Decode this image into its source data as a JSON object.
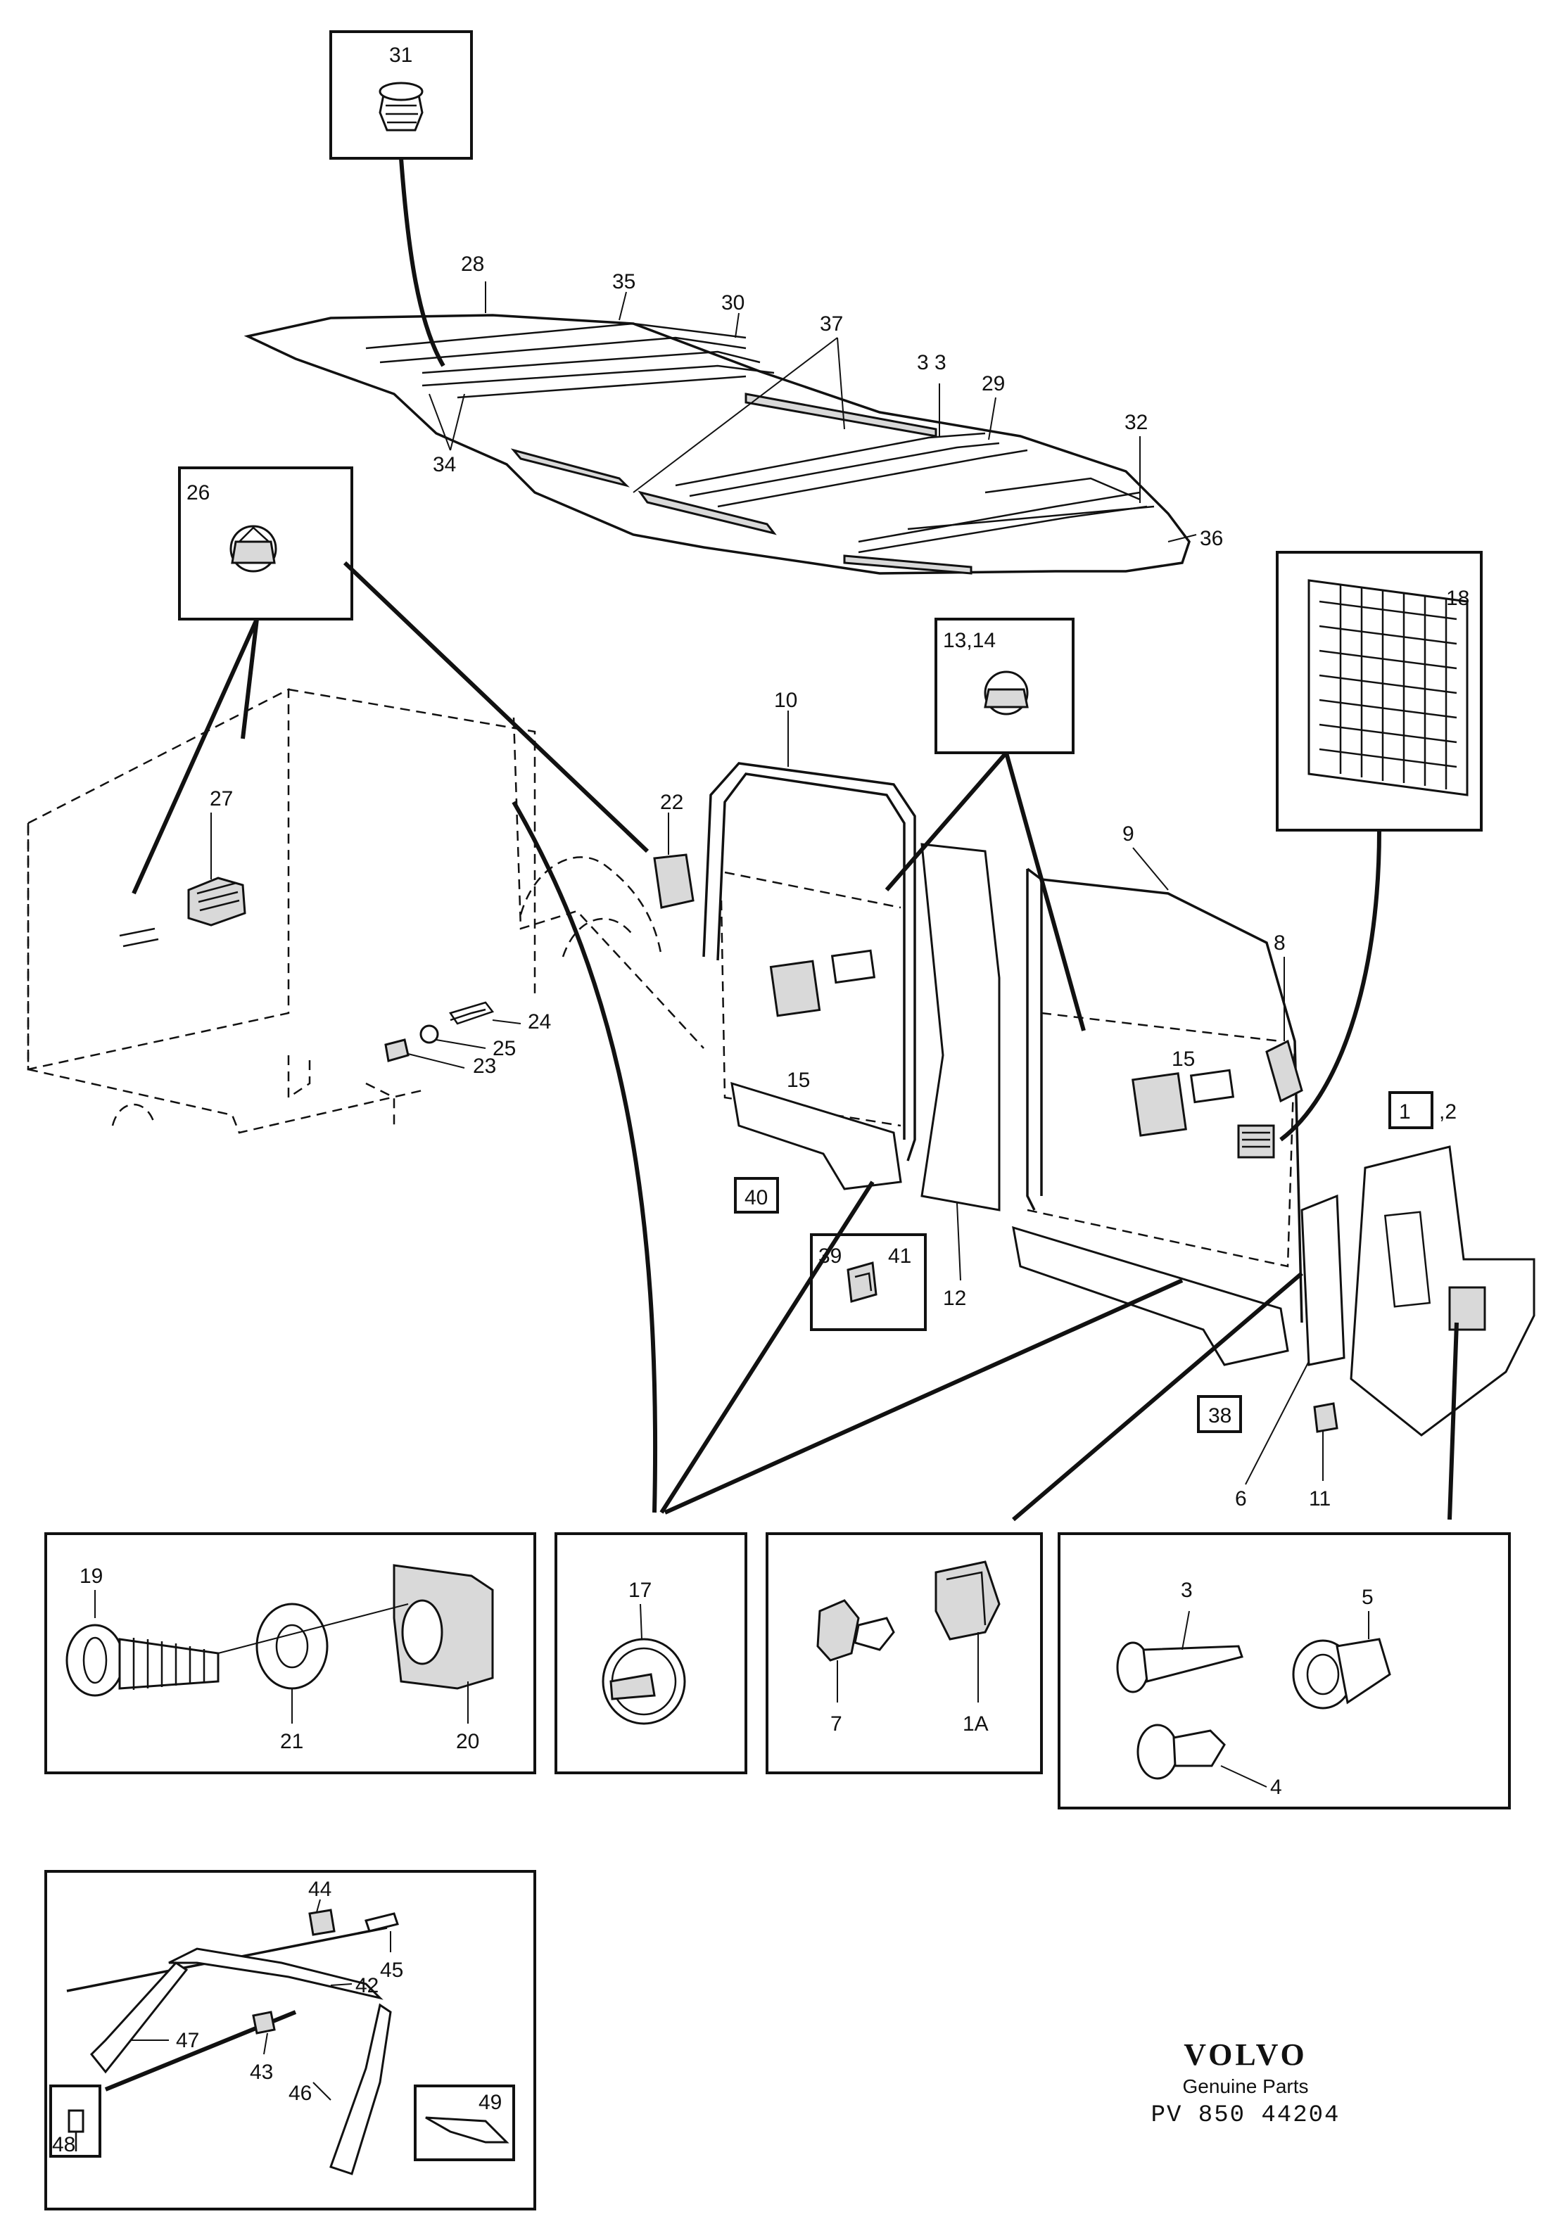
{
  "part_labels": {
    "p1": "1",
    "p2": ",2",
    "p3": "3",
    "p4": "4",
    "p5": "5",
    "p6": "6",
    "p7": "7",
    "p8": "8",
    "p9": "9",
    "p10": "10",
    "p11": "11",
    "p12": "12",
    "p13_14": "13,14",
    "p15a": "15",
    "p15b": "15",
    "p17": "17",
    "p18": "18",
    "p19": "19",
    "p20": "20",
    "p21": "21",
    "p22": "22",
    "p23": "23",
    "p24": "24",
    "p25": "25",
    "p26": "26",
    "p27": "27",
    "p28": "28",
    "p29": "29",
    "p30": "30",
    "p31": "31",
    "p32": "32",
    "p33": "3 3",
    "p34": "34",
    "p35": "35",
    "p36": "36",
    "p37": "37",
    "p38": "38",
    "p39": "39",
    "p40": "40",
    "p41": "41",
    "p42": "42",
    "p43": "43",
    "p44": "44",
    "p45": "45",
    "p46": "46",
    "p47": "47",
    "p48": "48",
    "p49": "49",
    "p1a": "1A"
  },
  "footer": {
    "brand": "VOLVO",
    "subtitle": "Genuine Parts",
    "code": "PV  850  44204"
  }
}
